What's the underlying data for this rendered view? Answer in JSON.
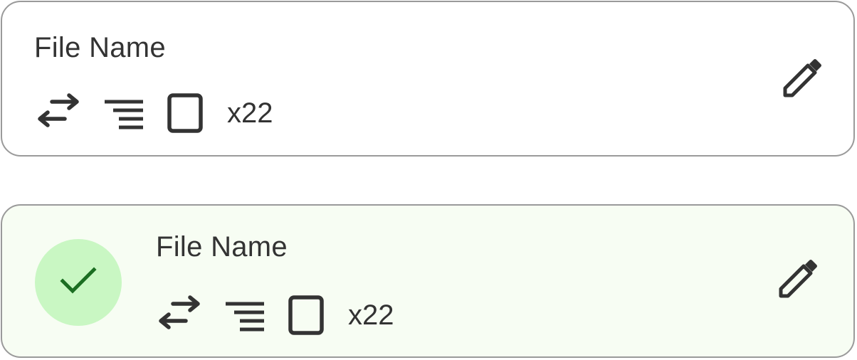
{
  "colors": {
    "border": "#9a9a9a",
    "text": "#333333",
    "selected_background": "#f7fdf3",
    "check_circle": "#c9f7c3",
    "check_mark": "#1b6e22"
  },
  "cards": [
    {
      "state": "default",
      "file_name": "File Name",
      "page_count": "x22",
      "icons": [
        "swap-horiz-icon",
        "sort-lines-icon",
        "page-icon",
        "pencil-icon"
      ]
    },
    {
      "state": "selected",
      "file_name": "File Name",
      "page_count": "x22",
      "icons": [
        "check-icon",
        "swap-horiz-icon",
        "sort-lines-icon",
        "page-icon",
        "pencil-icon"
      ]
    }
  ]
}
